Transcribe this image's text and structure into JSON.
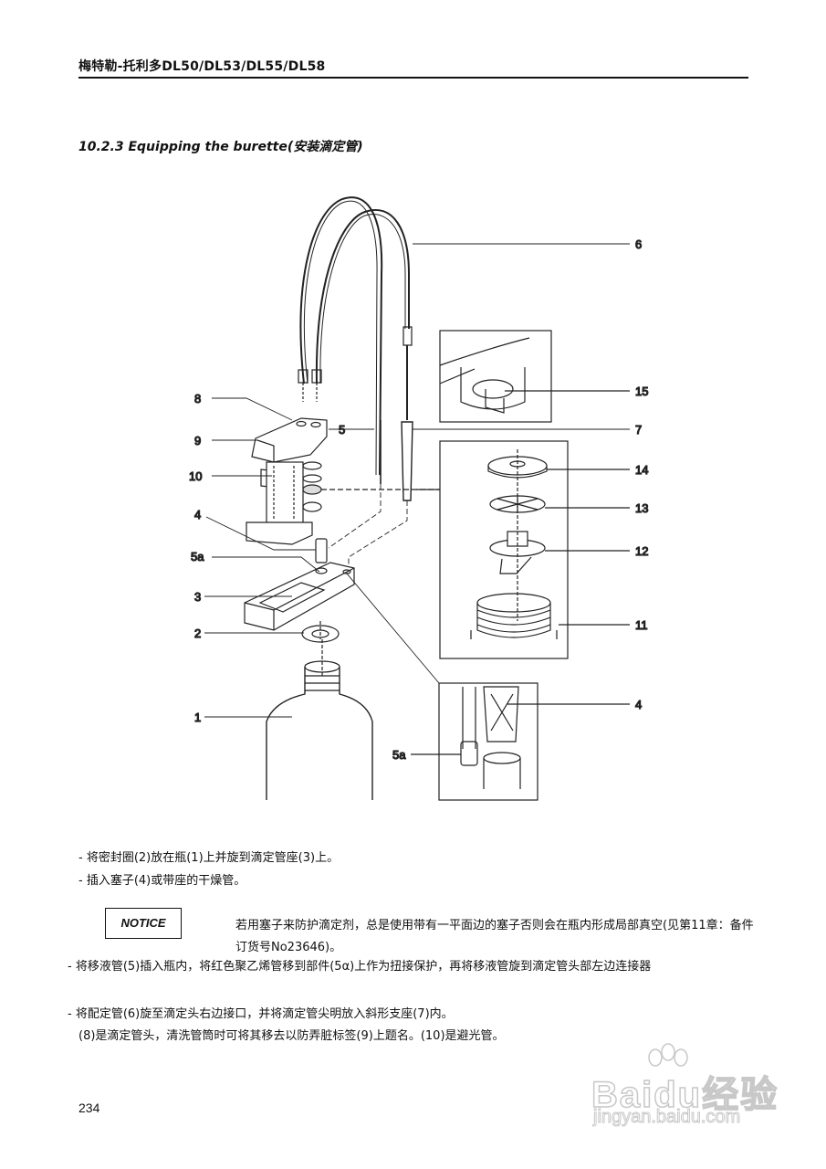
{
  "header": {
    "title": "梅特勒-托利多DL50/DL53/DL55/DL58"
  },
  "section": {
    "title": "10.2.3  Equipping the burette(安装滴定管)"
  },
  "diagram": {
    "callouts": {
      "c1": "1",
      "c2": "2",
      "c3": "3",
      "c4_left": "4",
      "c4_right": "4",
      "c5": "5",
      "c5a_left": "5a",
      "c5a_inset": "5a",
      "c6": "6",
      "c7": "7",
      "c8": "8",
      "c9": "9",
      "c10": "10",
      "c11": "11",
      "c12": "12",
      "c13": "13",
      "c14": "14",
      "c15": "15"
    }
  },
  "instructions": {
    "step1": "- 将密封圈(2)放在瓶(1)上并旋到滴定管座(3)上。",
    "step2": "- 插入塞子(4)或带座的干燥管。"
  },
  "notice": {
    "label": "NOTICE",
    "text": "若用塞子来防护滴定剂，总是使用带有一平面边的塞子否则会在瓶内形成局部真空(见第11章：备件订货号No23646)。"
  },
  "paragraphs": {
    "p1": "- 将移液管(5)插入瓶内，将红色聚乙烯管移到部件(5α)上作为扭接保护，再将移液管旋到滴定管头部左边连接器",
    "p2": "- 将配定管(6)旋至滴定头右边接口，并将滴定管尖明放入斜形支座(7)内。",
    "p3": "(8)是滴定管头，清洗管筒时可将其移去以防弄脏标签(9)上题名。(10)是避光管。"
  },
  "footer": {
    "page_number": "234"
  },
  "watermark": {
    "brand": "Baidu经验",
    "url": "jingyan.baidu.com"
  }
}
